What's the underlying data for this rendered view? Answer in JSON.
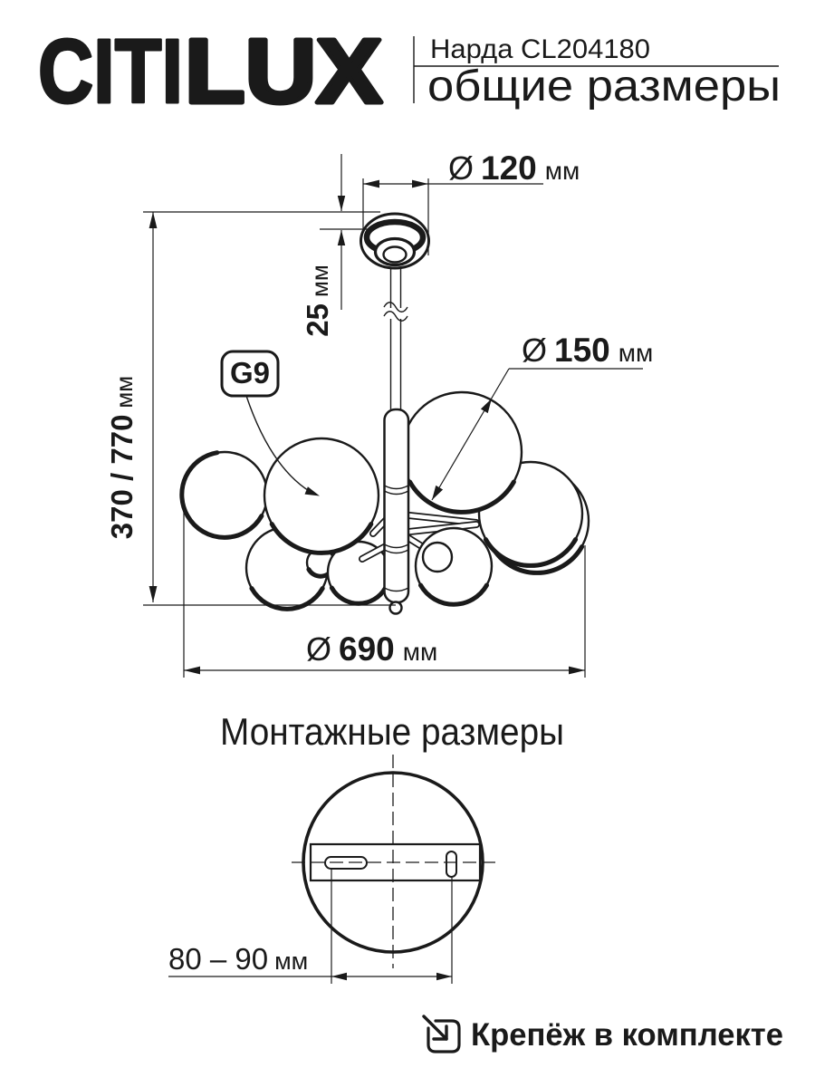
{
  "colors": {
    "ink": "#1a1a1a",
    "background": "#ffffff"
  },
  "header": {
    "logo_solid": "CITI",
    "logo_outline": "LUX",
    "product_name": "Нарда CL204180",
    "subtitle": "общие размеры"
  },
  "general": {
    "canopy_dia": {
      "phi": "Ø",
      "value": "120",
      "unit": "мм"
    },
    "canopy_height": {
      "value": "25",
      "unit": "мм"
    },
    "overall_height": {
      "value": "370 / 770",
      "unit": "мм"
    },
    "globe_dia": {
      "phi": "Ø",
      "value": "150",
      "unit": "мм"
    },
    "overall_dia": {
      "phi": "Ø",
      "value": "690",
      "unit": "мм"
    },
    "socket_type": "G9"
  },
  "mounting": {
    "title": "Монтажные размеры",
    "hole_spacing": {
      "value": "80 – 90",
      "unit": "мм"
    }
  },
  "footer": {
    "icon": "arrow-into-box-icon",
    "note": "Крепёж в комплекте"
  }
}
